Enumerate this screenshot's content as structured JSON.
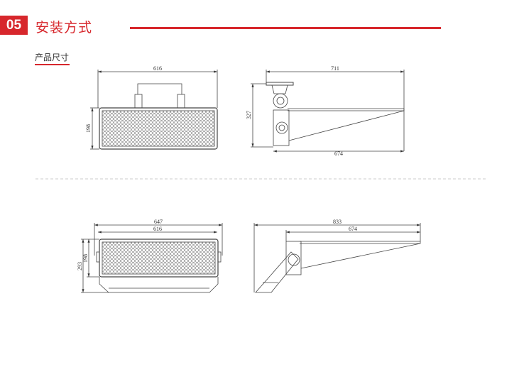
{
  "section": {
    "number": "05",
    "title": "安装方式"
  },
  "subsection": {
    "title": "产品尺寸"
  },
  "drawings": {
    "front_top": {
      "width_label": "616",
      "height_label": "198"
    },
    "side_top": {
      "width_label": "711",
      "height_label": "327",
      "arm_label": "674"
    },
    "front_bottom": {
      "outer_width_label": "647",
      "width_label": "616",
      "height_label": "198",
      "total_height_label": "293"
    },
    "side_bottom": {
      "total_width_label": "833",
      "arm_label": "674"
    }
  }
}
